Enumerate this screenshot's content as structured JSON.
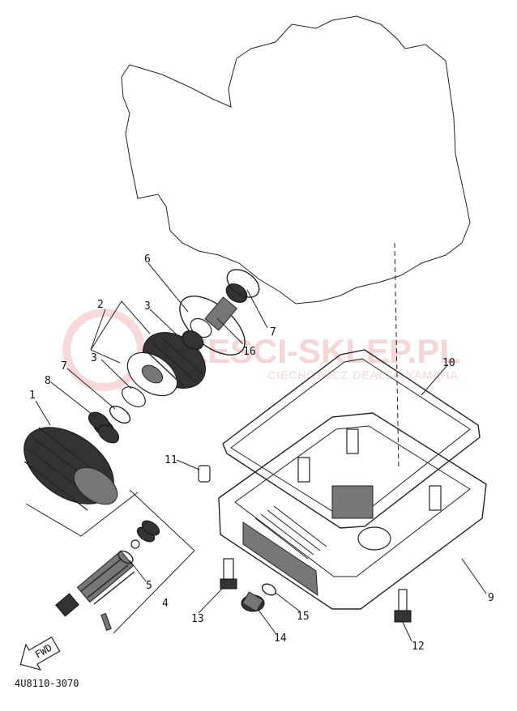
{
  "callouts": [
    "1",
    "2",
    "3",
    "3",
    "4",
    "5",
    "6",
    "7",
    "7",
    "8",
    "9",
    "10",
    "11",
    "12",
    "13",
    "14",
    "15",
    "16"
  ],
  "diagram_code": "4U8110-3070",
  "fwd_label": "FWD",
  "watermark": {
    "brand": "CZESCI-SKLEP.PL",
    "tagline": "CIECHOWICZ DEALER YAMAHA",
    "color": "#f2b3b3"
  }
}
